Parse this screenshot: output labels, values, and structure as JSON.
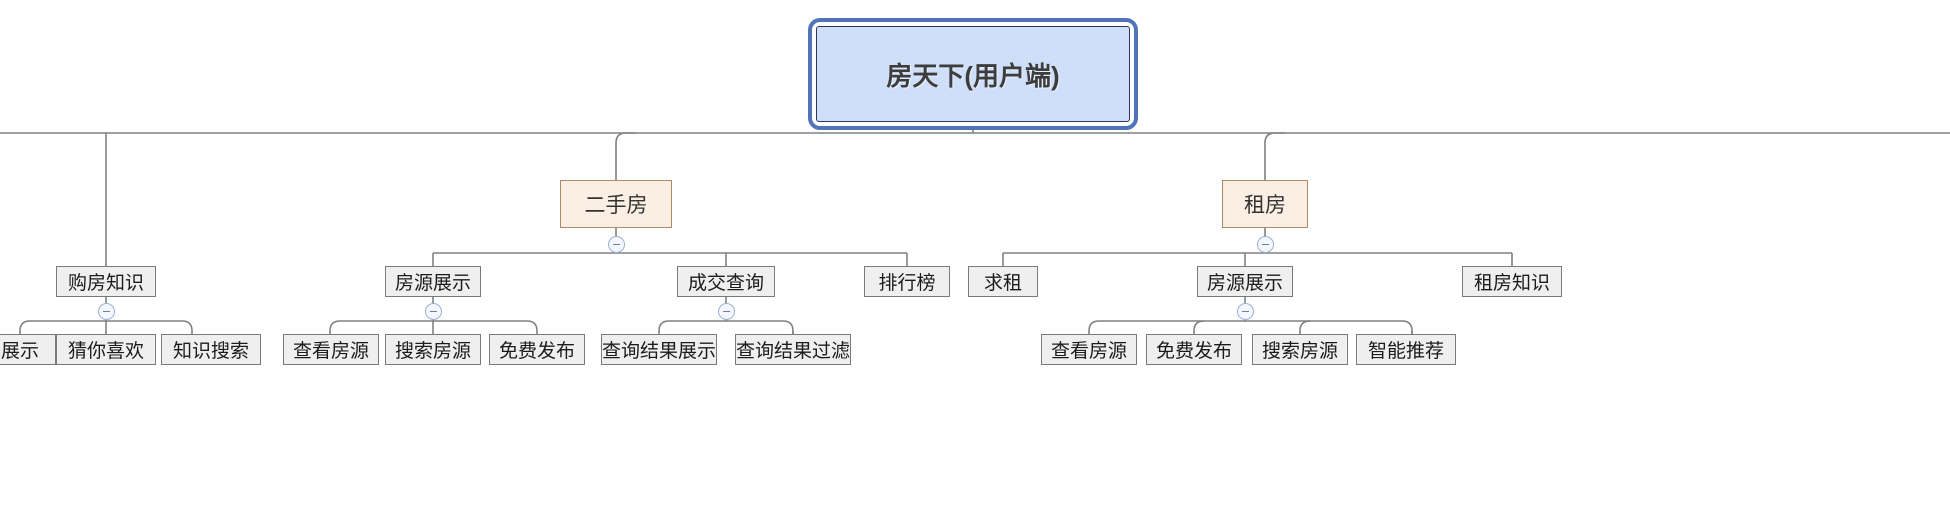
{
  "diagram": {
    "type": "mind-map-tree",
    "title": "房天下(用户端)",
    "colors": {
      "root_fill": "#cfdffa",
      "root_border": "#2b3a52",
      "root_selection": "#4f74b8",
      "level2_fill": "#fbeee3",
      "level2_border": "#b08a63",
      "node_fill": "#efefef",
      "node_border": "#7a7a7a",
      "connector": "#808080",
      "toggle_border": "#9bb0d6"
    }
  },
  "root": {
    "label": "房天下(用户端)"
  },
  "level2": [
    {
      "label": "二手房"
    },
    {
      "label": "租房"
    }
  ],
  "level3": [
    {
      "label": "购房知识"
    },
    {
      "label": "房源展示"
    },
    {
      "label": "成交查询"
    },
    {
      "label": "排行榜"
    },
    {
      "label": "求租"
    },
    {
      "label": "房源展示"
    },
    {
      "label": "租房知识"
    }
  ],
  "leaves": [
    {
      "label": "展示"
    },
    {
      "label": "猜你喜欢"
    },
    {
      "label": "知识搜索"
    },
    {
      "label": "查看房源"
    },
    {
      "label": "搜索房源"
    },
    {
      "label": "免费发布"
    },
    {
      "label": "查询结果展示"
    },
    {
      "label": "查询结果过滤"
    },
    {
      "label": "查看房源"
    },
    {
      "label": "免费发布"
    },
    {
      "label": "搜索房源"
    },
    {
      "label": "智能推荐"
    }
  ],
  "toggles": [
    {
      "name": "collapse-toggle-ershoufang",
      "state": "expanded"
    },
    {
      "name": "collapse-toggle-zufang",
      "state": "expanded"
    },
    {
      "name": "collapse-toggle-goufangzhishi",
      "state": "expanded"
    },
    {
      "name": "collapse-toggle-fangyuanzhanshi-1",
      "state": "expanded"
    },
    {
      "name": "collapse-toggle-chengjiaochaxun",
      "state": "expanded"
    },
    {
      "name": "collapse-toggle-fangyuanzhanshi-2",
      "state": "expanded"
    }
  ]
}
